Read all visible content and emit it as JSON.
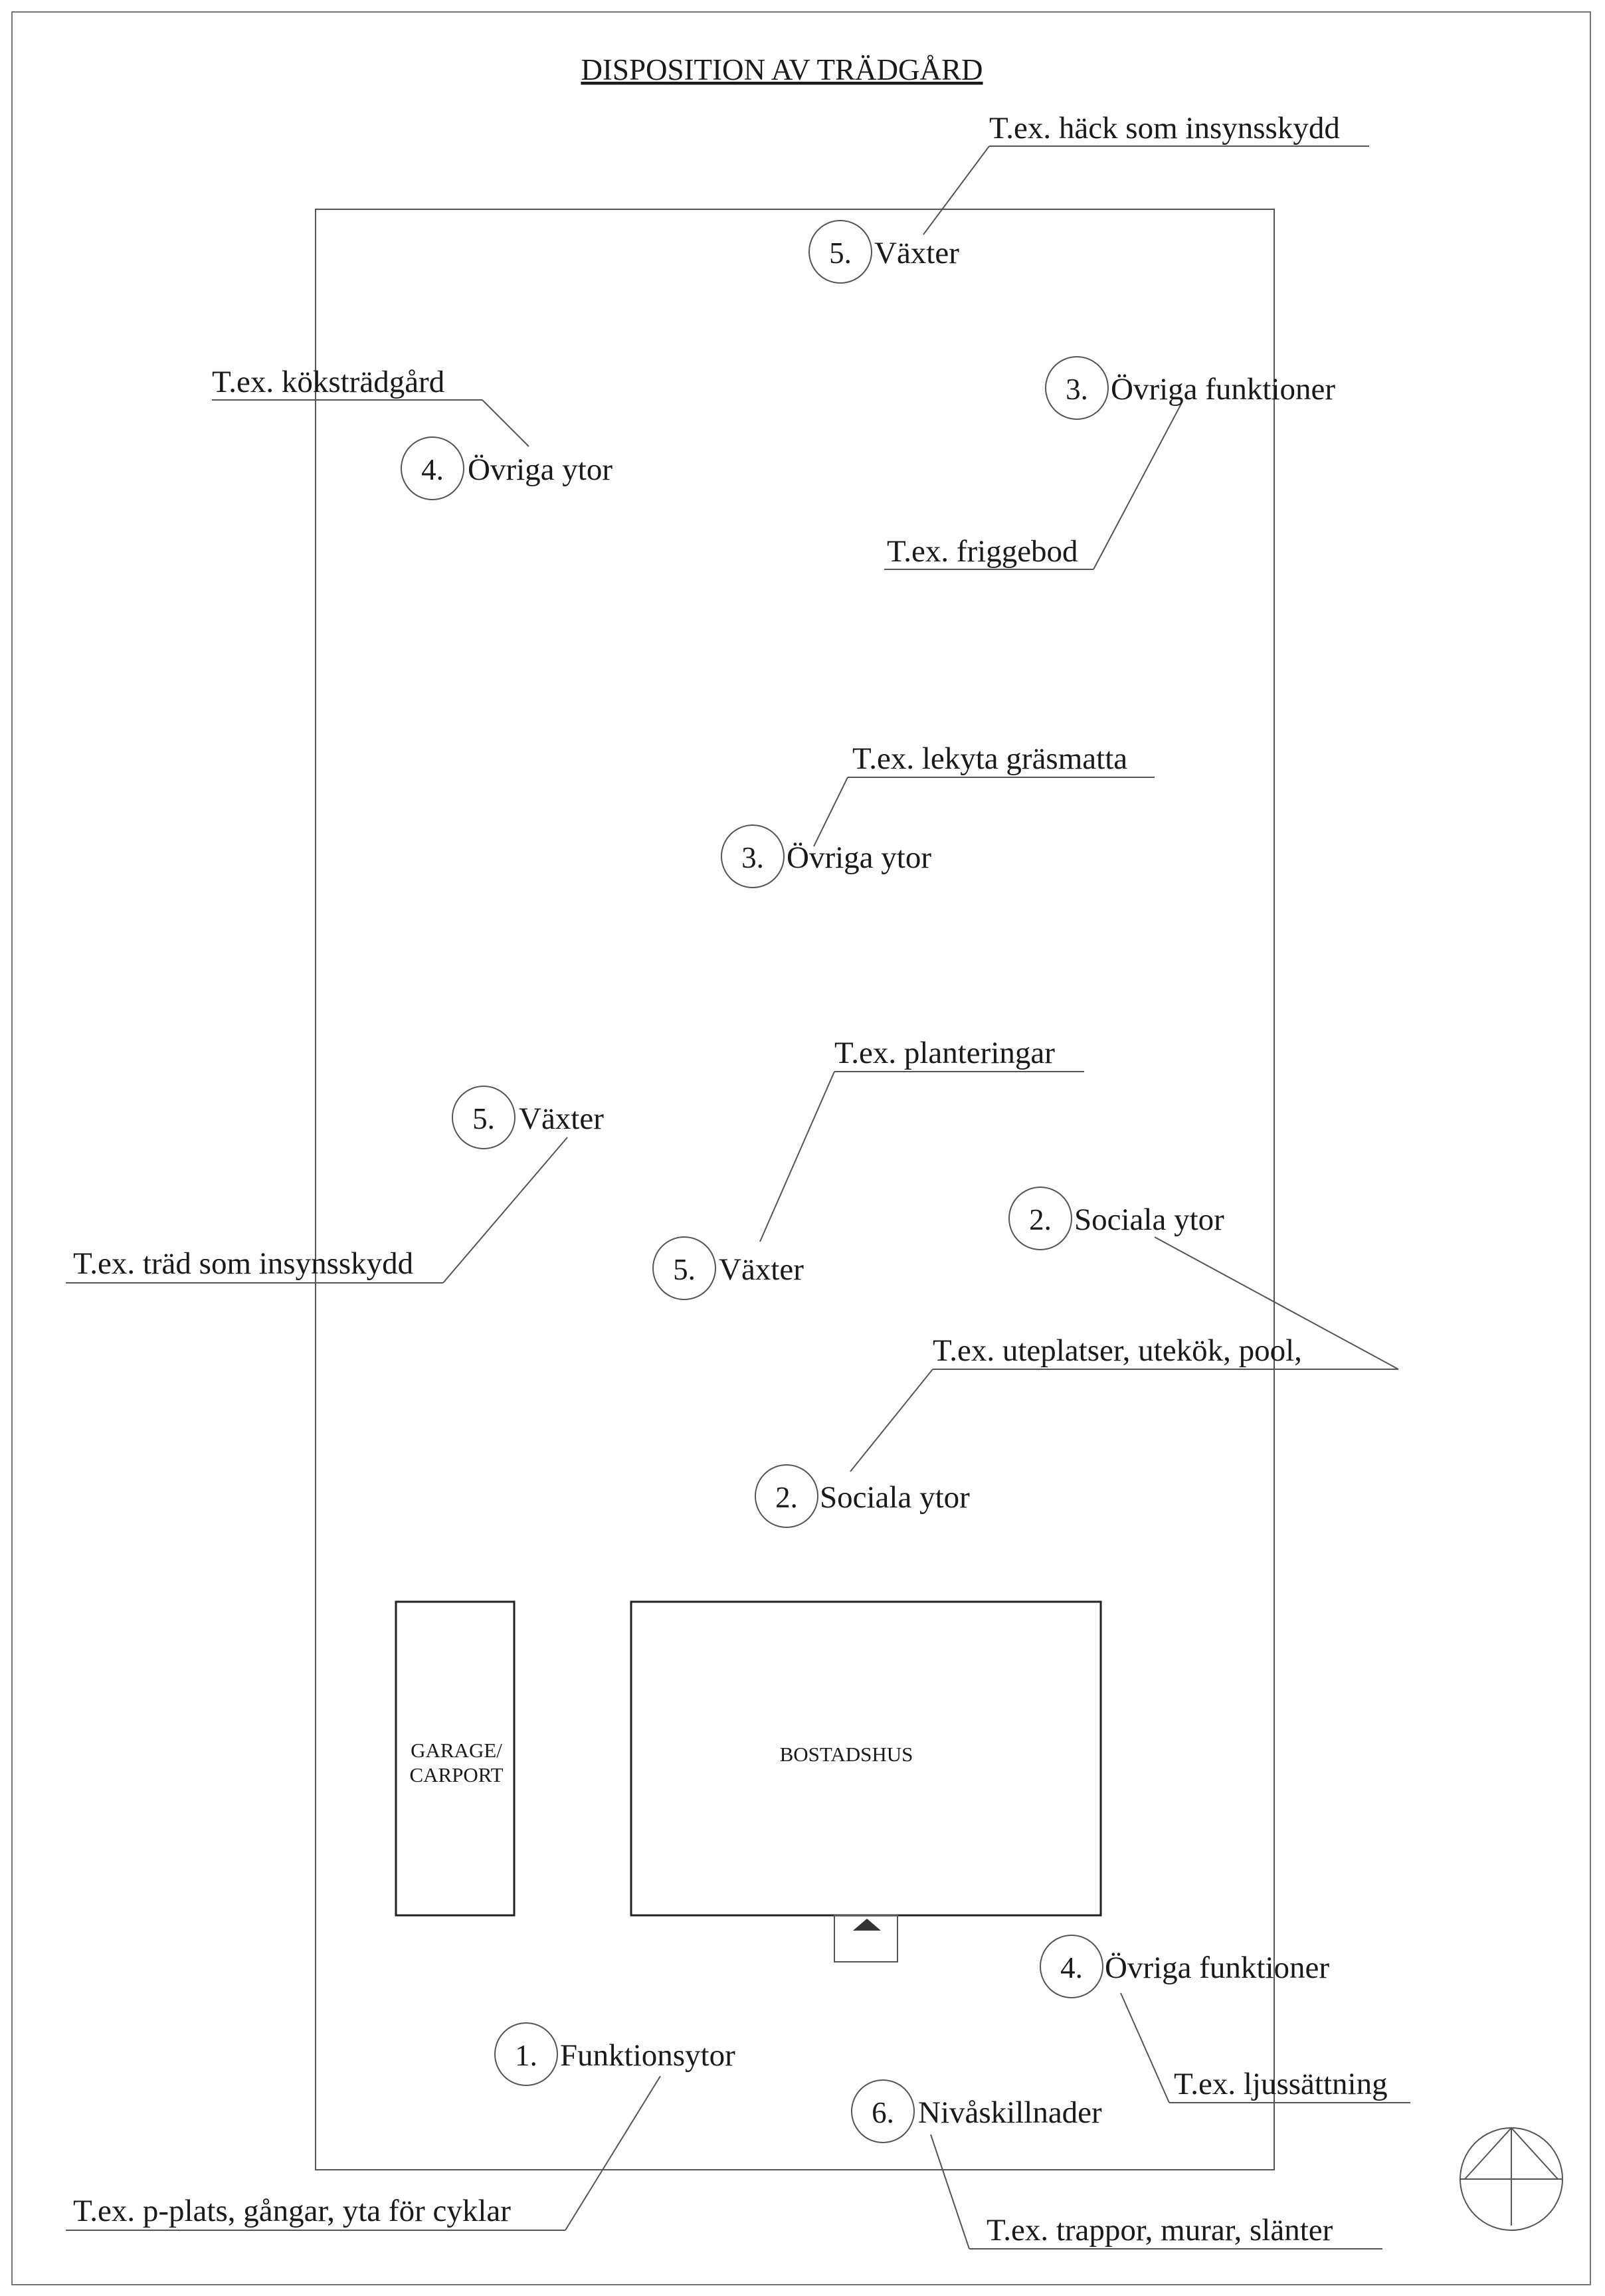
{
  "title": "DISPOSITION AV TRÄDGÅRD",
  "buildings": {
    "garage_line1": "GARAGE/",
    "garage_line2": "CARPORT",
    "house": "BOSTADSHUS"
  },
  "callouts": [
    {
      "number": "5.",
      "label": "Växter",
      "example": "T.ex. häck som insynsskydd"
    },
    {
      "number": "4.",
      "label": "Övriga ytor",
      "example": "T.ex. köksträdgård"
    },
    {
      "number": "3.",
      "label": "Övriga funktioner",
      "example": "T.ex. friggebod"
    },
    {
      "number": "3.",
      "label": "Övriga ytor",
      "example": "T.ex. lekyta gräsmatta"
    },
    {
      "number": "5.",
      "label": "Växter",
      "example": "T.ex. träd som insynsskydd"
    },
    {
      "number": "5.",
      "label": "Växter",
      "example": "T.ex. planteringar"
    },
    {
      "number": "2.",
      "label": "Sociala ytor",
      "example": "T.ex. uteplatser, utekök, pool,"
    },
    {
      "number": "2.",
      "label": "Sociala ytor"
    },
    {
      "number": "4.",
      "label": "Övriga funktioner",
      "example": "T.ex. ljussättning"
    },
    {
      "number": "1.",
      "label": "Funktionsytor",
      "example": "T.ex. p-plats, gångar, yta för cyklar"
    },
    {
      "number": "6.",
      "label": "Nivåskillnader",
      "example": "T.ex. trappor, murar, slänter"
    }
  ],
  "icons": {
    "north_arrow": "north-arrow-icon",
    "entrance": "entrance-arrow-icon"
  }
}
